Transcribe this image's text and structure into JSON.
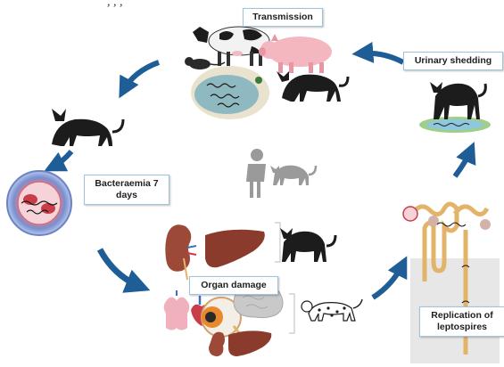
{
  "labels": {
    "transmission": "Transmission",
    "urinary_shedding": "Urinary shedding",
    "bacteraemia": "Bacteraemia 7 days",
    "organ_damage": "Organ damage",
    "replication": "Replication of leptospires"
  },
  "icons": [
    "cow-icon",
    "pig-icon",
    "rat-icon",
    "cat-icon",
    "dog-icon",
    "human-icon",
    "kidney-icon",
    "liver-icon",
    "lung-icon",
    "heart-icon",
    "eye-icon",
    "brain-icon",
    "blood-vessel-icon",
    "nephron-icon",
    "urine-puddle-icon",
    "contaminated-water-icon"
  ],
  "colors": {
    "arrow": "#1f5d96",
    "label_border": "#9ec3dd",
    "cat": "#1c1c1c",
    "water": "#8fb9c0",
    "kidney": "#9c4a37",
    "liver": "#8a3b2b",
    "brain": "#c9c9c9",
    "nephron": "#e3b36a"
  }
}
